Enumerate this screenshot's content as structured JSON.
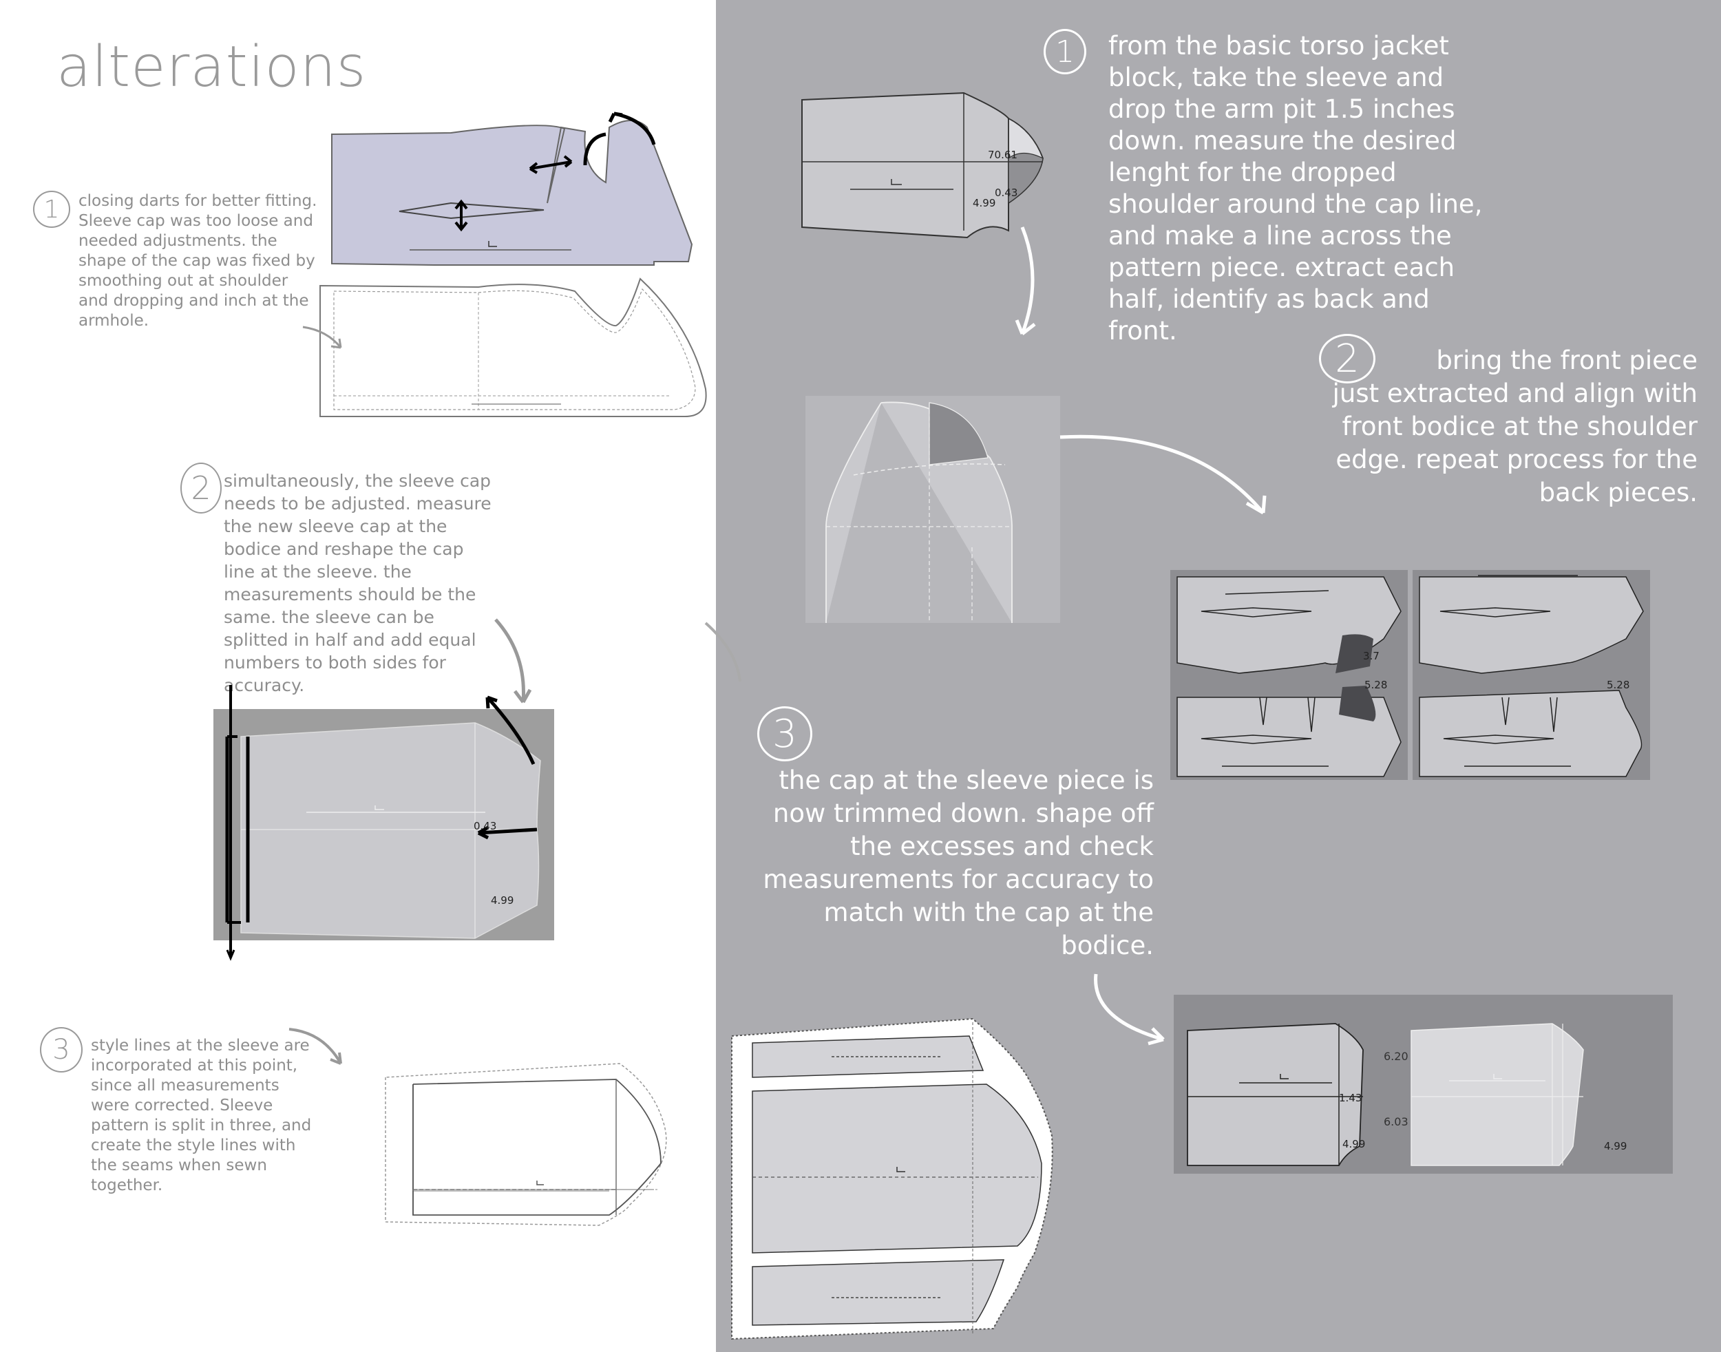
{
  "title": "alterations",
  "left_steps": [
    {
      "num": "1",
      "text": "closing darts for better fitting. Sleeve cap was too loose and needed adjustments. the shape of the cap was fixed by smoothing out at shoulder and dropping and inch at the armhole."
    },
    {
      "num": "2",
      "text": "simultaneously, the sleeve cap needs to be adjusted. measure the new sleeve cap at the bodice and reshape the cap line at the sleeve. the measurements should be the same. the sleeve can be splitted in half and add equal numbers to both sides for accuracy."
    },
    {
      "num": "3",
      "text": "style lines at the sleeve are incorporated at this point, since all measurements were corrected. Sleeve pattern is split in three, and create the style lines with the seams when sewn together."
    }
  ],
  "right_steps": [
    {
      "num": "1",
      "text": "from the basic torso jacket block, take the sleeve and drop the arm pit 1.5 inches down. measure the desired lenght for the dropped shoulder around the cap line, and make a line across the pattern piece.  extract each half, identify as back and front."
    },
    {
      "num": "2",
      "text": "bring the front piece just extracted and align with front bodice at the shoulder edge. repeat process for the back pieces."
    },
    {
      "num": "3",
      "text": "the cap at the sleeve piece is now trimmed down. shape off the excesses and check measurements for accuracy to match with the cap at the bodice."
    }
  ],
  "measurements": {
    "sleeve_top_a": "70.61",
    "sleeve_top_b": "4.99",
    "sleeve_top_c": "0.43",
    "sleeve_mid_a": "0.43",
    "sleeve_mid_b": "4.99",
    "bodice_front": "3.7",
    "bodice_back": "5.28",
    "bodice_back_2": "5.28",
    "final_a": "1.43",
    "final_b": "4.99",
    "final_c": "6.20",
    "final_d": "6.03",
    "final_e": "4.99"
  },
  "colors": {
    "right_bg": "#acacb0",
    "bodice_fill": "#c8c8dc",
    "piece_fill": "#c9c9cd",
    "dark_piece": "#555558"
  }
}
